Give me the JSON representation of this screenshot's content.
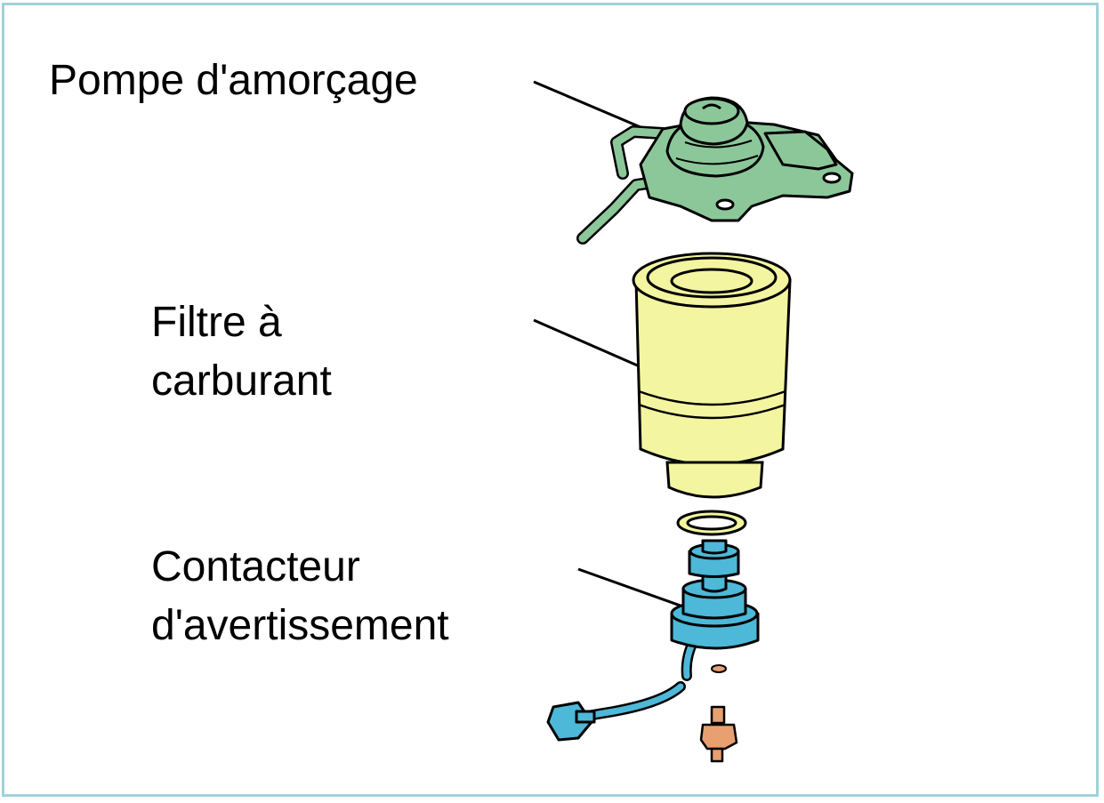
{
  "labels": {
    "pump": [
      "Pompe d'amorçage"
    ],
    "filter": [
      "Filtre à",
      "carburant"
    ],
    "switch": [
      "Contacteur",
      "d'avertissement"
    ]
  },
  "colors": {
    "frame": "#9fd3d8",
    "pump": "#8cc79a",
    "filter": "#f3f5a0",
    "switch": "#4db8d8",
    "sensor": "#e8a070",
    "outline": "#000000"
  }
}
